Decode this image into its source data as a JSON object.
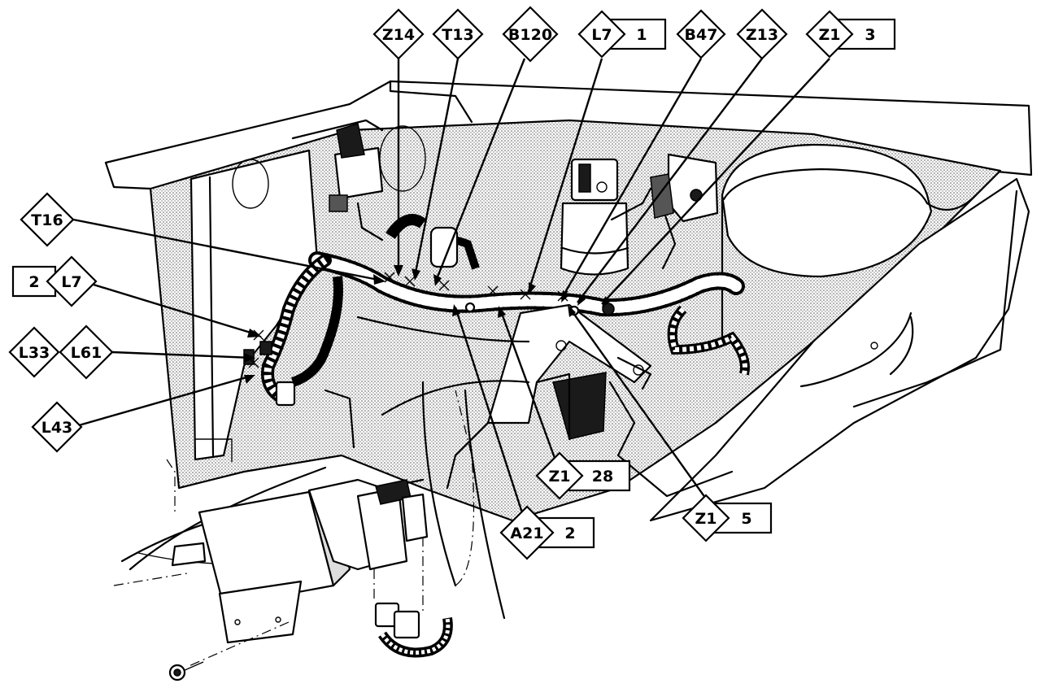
{
  "callouts": [
    {
      "id": "z14",
      "code": "Z14",
      "number": ""
    },
    {
      "id": "t13",
      "code": "T13",
      "number": ""
    },
    {
      "id": "b120",
      "code": "B120",
      "number": ""
    },
    {
      "id": "l7-top",
      "code": "L7",
      "number": "1"
    },
    {
      "id": "b47",
      "code": "B47",
      "number": ""
    },
    {
      "id": "z13",
      "code": "Z13",
      "number": ""
    },
    {
      "id": "z1-top",
      "code": "Z1",
      "number": "3"
    },
    {
      "id": "t16",
      "code": "T16",
      "number": ""
    },
    {
      "id": "l7-left",
      "code": "L7",
      "number": "2"
    },
    {
      "id": "l33",
      "code": "L33",
      "number": ""
    },
    {
      "id": "l61",
      "code": "L61",
      "number": ""
    },
    {
      "id": "l43",
      "code": "L43",
      "number": ""
    },
    {
      "id": "z1-28",
      "code": "Z1",
      "number": "28"
    },
    {
      "id": "a21",
      "code": "A21",
      "number": "2"
    },
    {
      "id": "z1-5",
      "code": "Z1",
      "number": "5"
    }
  ]
}
